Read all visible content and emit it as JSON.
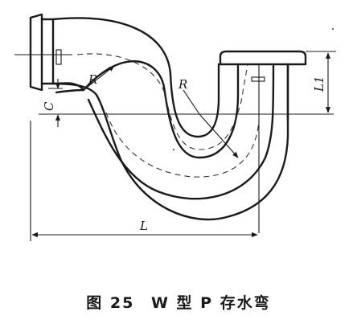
{
  "diagram": {
    "labels": {
      "radius_upper": "R",
      "radius_lower": "R",
      "length": "L",
      "height": "L1",
      "offset": "C"
    }
  },
  "caption": {
    "figure": "图 25",
    "title": "W 型 P 存水弯"
  }
}
